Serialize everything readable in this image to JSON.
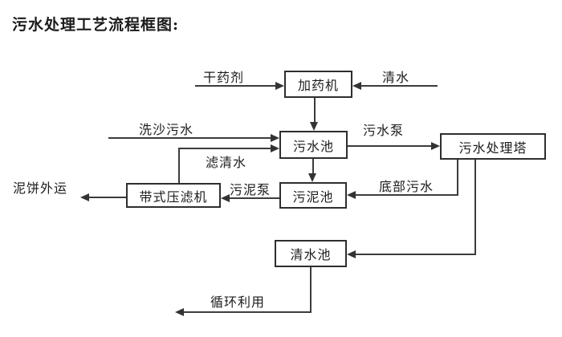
{
  "flowchart": {
    "title": "污水处理工艺流程框图:",
    "line_color": "#3c3c3c",
    "text_color": "#1c1c1c",
    "nodes": [
      {
        "label": "加药机"
      },
      {
        "label": "污水池"
      },
      {
        "label": "污水处理塔"
      },
      {
        "label": "污泥池"
      },
      {
        "label": "带式压滤机"
      },
      {
        "label": "清水池"
      }
    ],
    "edges": [
      {
        "label": "干药剂",
        "from": "input",
        "to": "加药机"
      },
      {
        "label": "清水",
        "from": "input",
        "to": "加药机"
      },
      {
        "label": "",
        "from": "加药机",
        "to": "污水池"
      },
      {
        "label": "洗沙污水",
        "from": "input",
        "to": "污水池"
      },
      {
        "label": "滤清水",
        "from": "带式压滤机",
        "to": "污水池"
      },
      {
        "label": "污水泵",
        "from": "污水池",
        "to": "污水处理塔"
      },
      {
        "label": "",
        "from": "污水池",
        "to": "污泥池"
      },
      {
        "label": "污泥泵",
        "from": "污泥池",
        "to": "带式压滤机"
      },
      {
        "label": "泥饼外运",
        "from": "带式压滤机",
        "to": "output"
      },
      {
        "label": "底部污水",
        "from": "污水处理塔",
        "to": "污泥池"
      },
      {
        "label": "",
        "from": "污水处理塔",
        "to": "清水池"
      },
      {
        "label": "循环利用",
        "from": "清水池",
        "to": "output"
      }
    ]
  }
}
